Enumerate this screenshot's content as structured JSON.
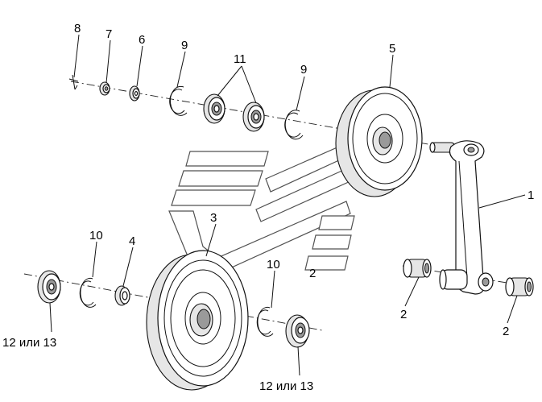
{
  "labels": {
    "l1": "1",
    "l2_top": "2",
    "l2_left": "2",
    "l2_right": "2",
    "l3": "3",
    "l4": "4",
    "l5": "5",
    "l6": "6",
    "l7": "7",
    "l8": "8",
    "l9_left": "9",
    "l9_right": "9",
    "l10_left": "10",
    "l10_right": "10",
    "l11": "11",
    "l12_left": "12 или 13",
    "l12_right": "12 или 13"
  }
}
